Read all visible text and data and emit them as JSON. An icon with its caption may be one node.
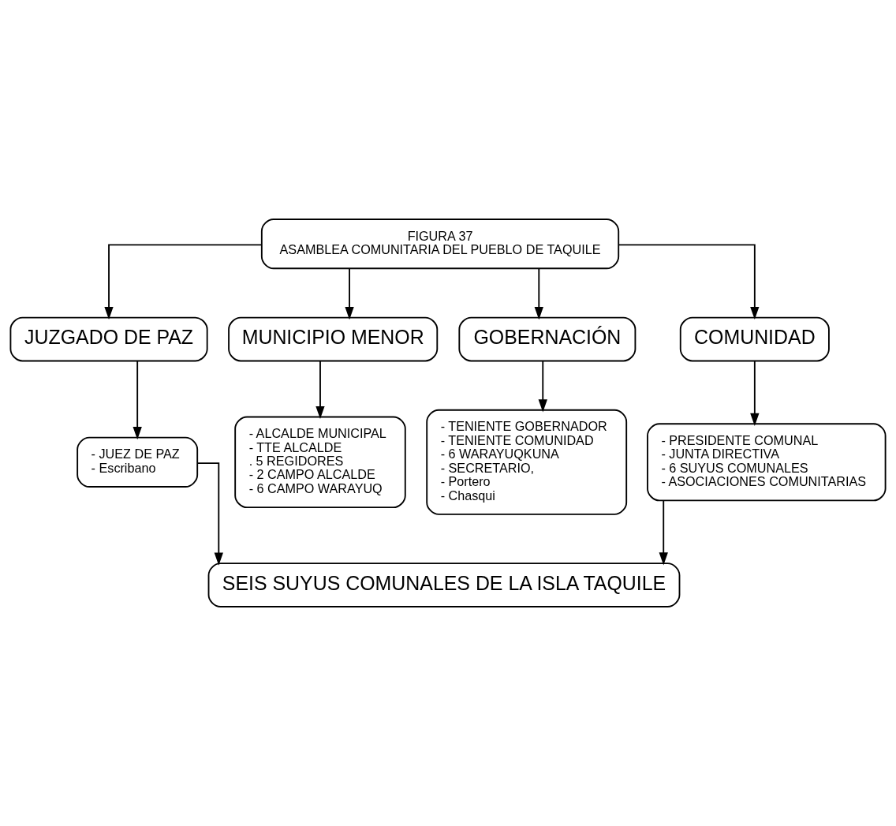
{
  "diagram": {
    "nodes": [
      {
        "text": [
          "FIGURA 37",
          "ASAMBLEA COMUNITARIA DEL PUEBLO DE TAQUILE"
        ]
      },
      {
        "text": [
          "JUZGADO DE PAZ"
        ]
      },
      {
        "text": [
          "MUNICIPIO MENOR"
        ]
      },
      {
        "text": [
          "GOBERNACIÓN"
        ]
      },
      {
        "text": [
          "COMUNIDAD"
        ]
      },
      {
        "text": [
          "- JUEZ DE PAZ",
          "- Escribano"
        ]
      },
      {
        "text": [
          "- ALCALDE MUNICIPAL",
          "- TTE ALCALDE",
          ". 5 REGIDORES",
          "- 2 CAMPO ALCALDE",
          "- 6 CAMPO WARAYUQ"
        ]
      },
      {
        "text": [
          "- TENIENTE GOBERNADOR",
          "- TENIENTE COMUNIDAD",
          "- 6 WARAYUQKUNA",
          "- SECRETARIO,",
          "- Portero",
          "- Chasqui"
        ]
      },
      {
        "text": [
          "- PRESIDENTE COMUNAL",
          "- JUNTA DIRECTIVA",
          "- 6 SUYUS COMUNALES",
          "- ASOCIACIONES COMUNITARIAS"
        ]
      },
      {
        "text": [
          "SEIS SUYUS COMUNALES DE LA ISLA TAQUILE"
        ]
      }
    ],
    "edges": [
      {
        "from": 0,
        "to": 1,
        "arrow": "to"
      },
      {
        "from": 0,
        "to": 2,
        "arrow": "to"
      },
      {
        "from": 0,
        "to": 3,
        "arrow": "to"
      },
      {
        "from": 0,
        "to": 4,
        "arrow": "to"
      },
      {
        "from": 1,
        "to": 5,
        "arrow": "to"
      },
      {
        "from": 2,
        "to": 6,
        "arrow": "to"
      },
      {
        "from": 3,
        "to": 7,
        "arrow": "to"
      },
      {
        "from": 4,
        "to": 8,
        "arrow": "to"
      },
      {
        "from": 5,
        "to": 9,
        "arrow": "to"
      },
      {
        "from": 8,
        "to": 9,
        "arrow": "to"
      }
    ]
  }
}
